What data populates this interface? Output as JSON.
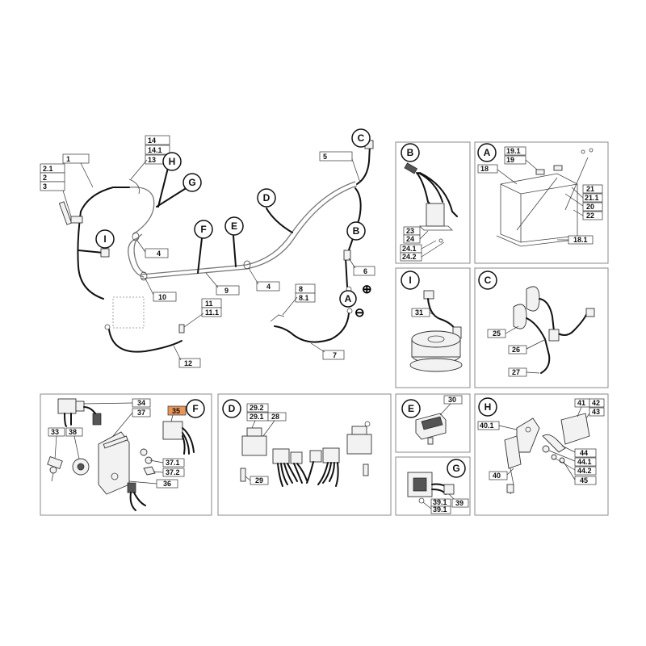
{
  "highlight_color": "#e8955a",
  "callouts": {
    "n1": "1",
    "n2_1": "2.1",
    "n2": "2",
    "n3": "3",
    "n14": "14",
    "n14_1": "14.1",
    "n13": "13",
    "n4a": "4",
    "n4b": "4",
    "n5": "5",
    "n6": "6",
    "n7": "7",
    "n8": "8",
    "n8_1": "8.1",
    "n9": "9",
    "n10": "10",
    "n11": "11",
    "n11_1": "11.1",
    "n12": "12",
    "n23": "23",
    "n24": "24",
    "n24_1": "24.1",
    "n24_2": "24.2",
    "n19_1": "19.1",
    "n19": "19",
    "n18": "18",
    "n21": "21",
    "n21_1": "21.1",
    "n20": "20",
    "n22": "22",
    "n18_1": "18.1",
    "n31": "31",
    "n25": "25",
    "n26": "26",
    "n27": "27",
    "n34": "34",
    "n37": "37",
    "n35": "35",
    "n33": "33",
    "n38": "38",
    "n37_1": "37.1",
    "n37_2": "37.2",
    "n36": "36",
    "n29_2": "29.2",
    "n29_1": "29.1",
    "n28": "28",
    "n29": "29",
    "n30": "30",
    "n39_1a": "39.1",
    "n39_1b": "39.1",
    "n39": "39",
    "n41": "41",
    "n42": "42",
    "n43": "43",
    "n40_1": "40.1",
    "n44": "44",
    "n44_1": "44.1",
    "n44_2": "44.2",
    "n45": "45",
    "n40": "40"
  },
  "connectors": {
    "main_C": "C",
    "main_D": "D",
    "main_B": "B",
    "main_A": "A",
    "main_H": "H",
    "main_G": "G",
    "main_I": "I",
    "main_F": "F",
    "main_E": "E",
    "plus": "⊕",
    "minus": "⊖",
    "pB": "B",
    "pA": "A",
    "pI": "I",
    "pC": "C",
    "pF": "F",
    "pD": "D",
    "pE": "E",
    "pG": "G",
    "pH": "H"
  }
}
